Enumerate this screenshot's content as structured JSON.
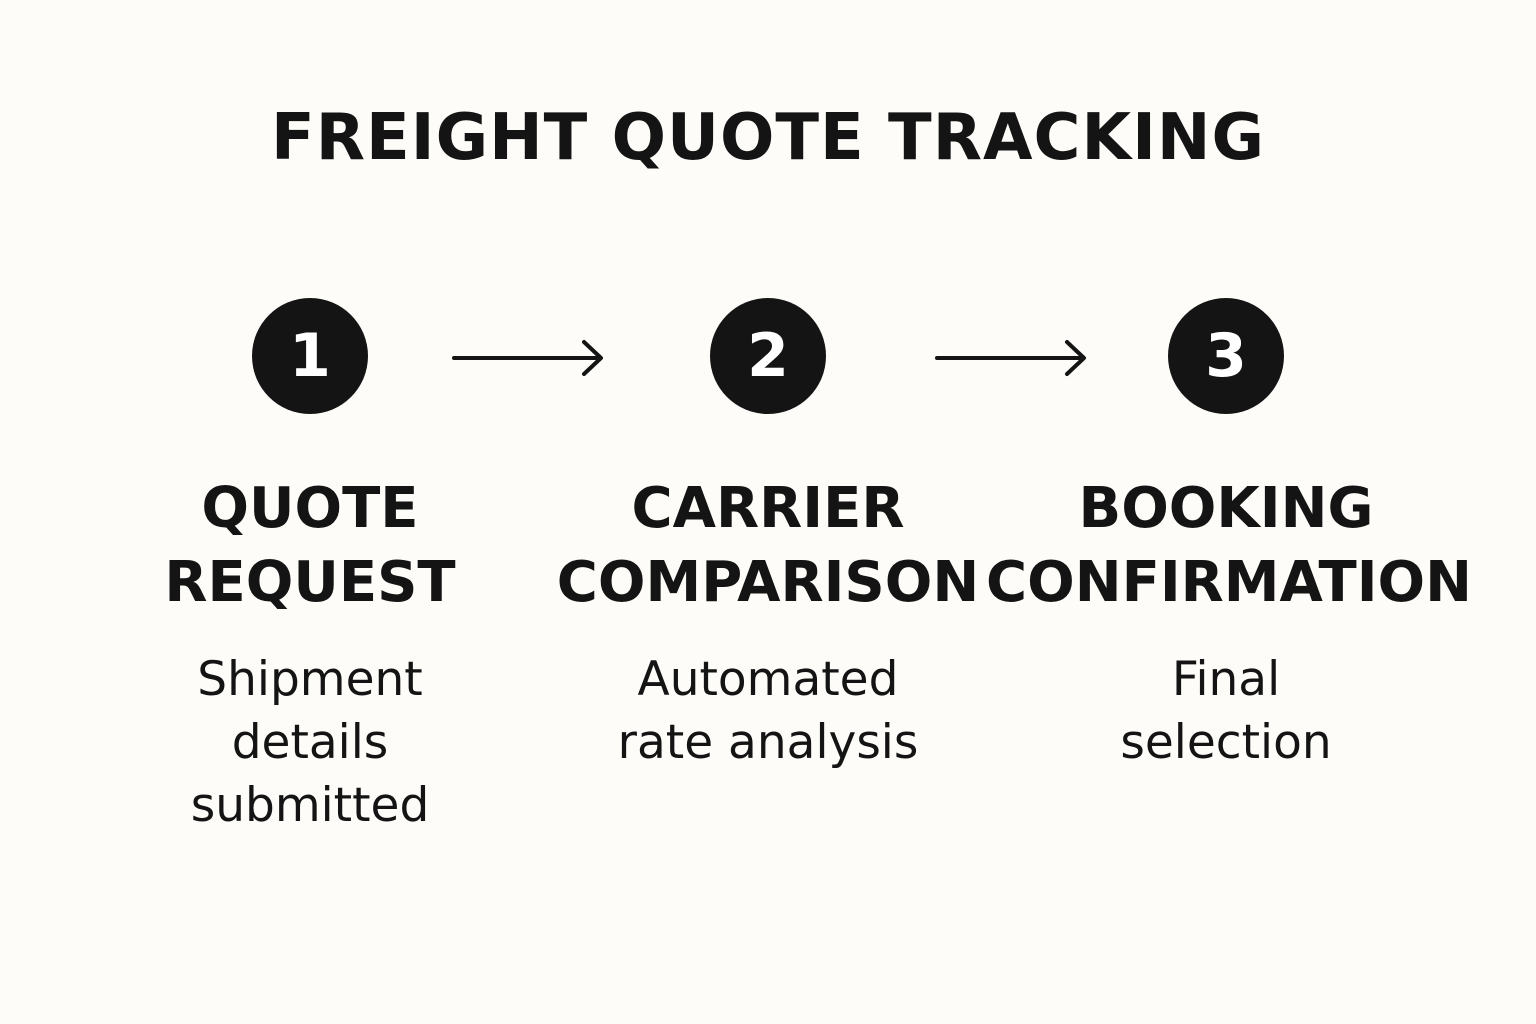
{
  "title": "FREIGHT QUOTE TRACKING",
  "steps": [
    {
      "number": "1",
      "title_lines": [
        "QUOTE",
        "REQUEST"
      ],
      "description_lines": [
        "Shipment",
        "details",
        "submitted"
      ]
    },
    {
      "number": "2",
      "title_lines": [
        "CARRIER",
        "COMPARISON"
      ],
      "description_lines": [
        "Automated",
        "rate analysis"
      ]
    },
    {
      "number": "3",
      "title_lines": [
        "BOOKING",
        "CONFIRMATION"
      ],
      "description_lines": [
        "Final",
        "selection"
      ]
    }
  ],
  "colors": {
    "background": "#fdfcf8",
    "ink": "#141414",
    "number_text": "#ffffff"
  },
  "icons": [
    "arrow-right-icon",
    "arrow-right-icon"
  ]
}
